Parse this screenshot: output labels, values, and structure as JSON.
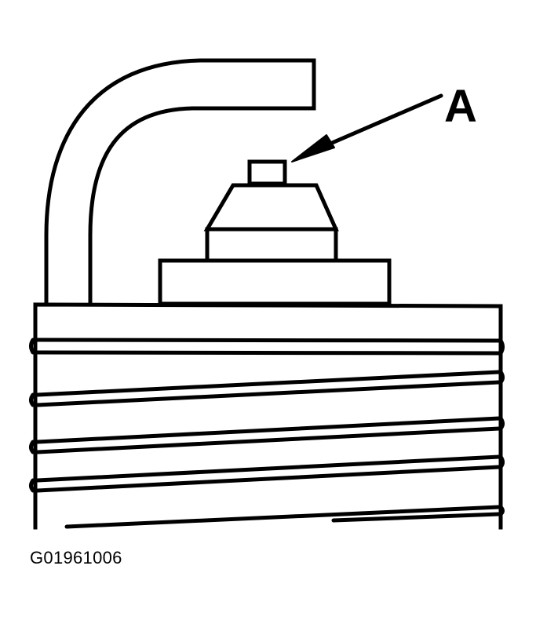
{
  "figure": {
    "subject": "spark plug electrode tip (side view)",
    "callouts": [
      {
        "label": "A",
        "points_to": "center electrode tip"
      }
    ],
    "caption": "G01961006",
    "line_color": "#000000",
    "background": "#ffffff"
  }
}
